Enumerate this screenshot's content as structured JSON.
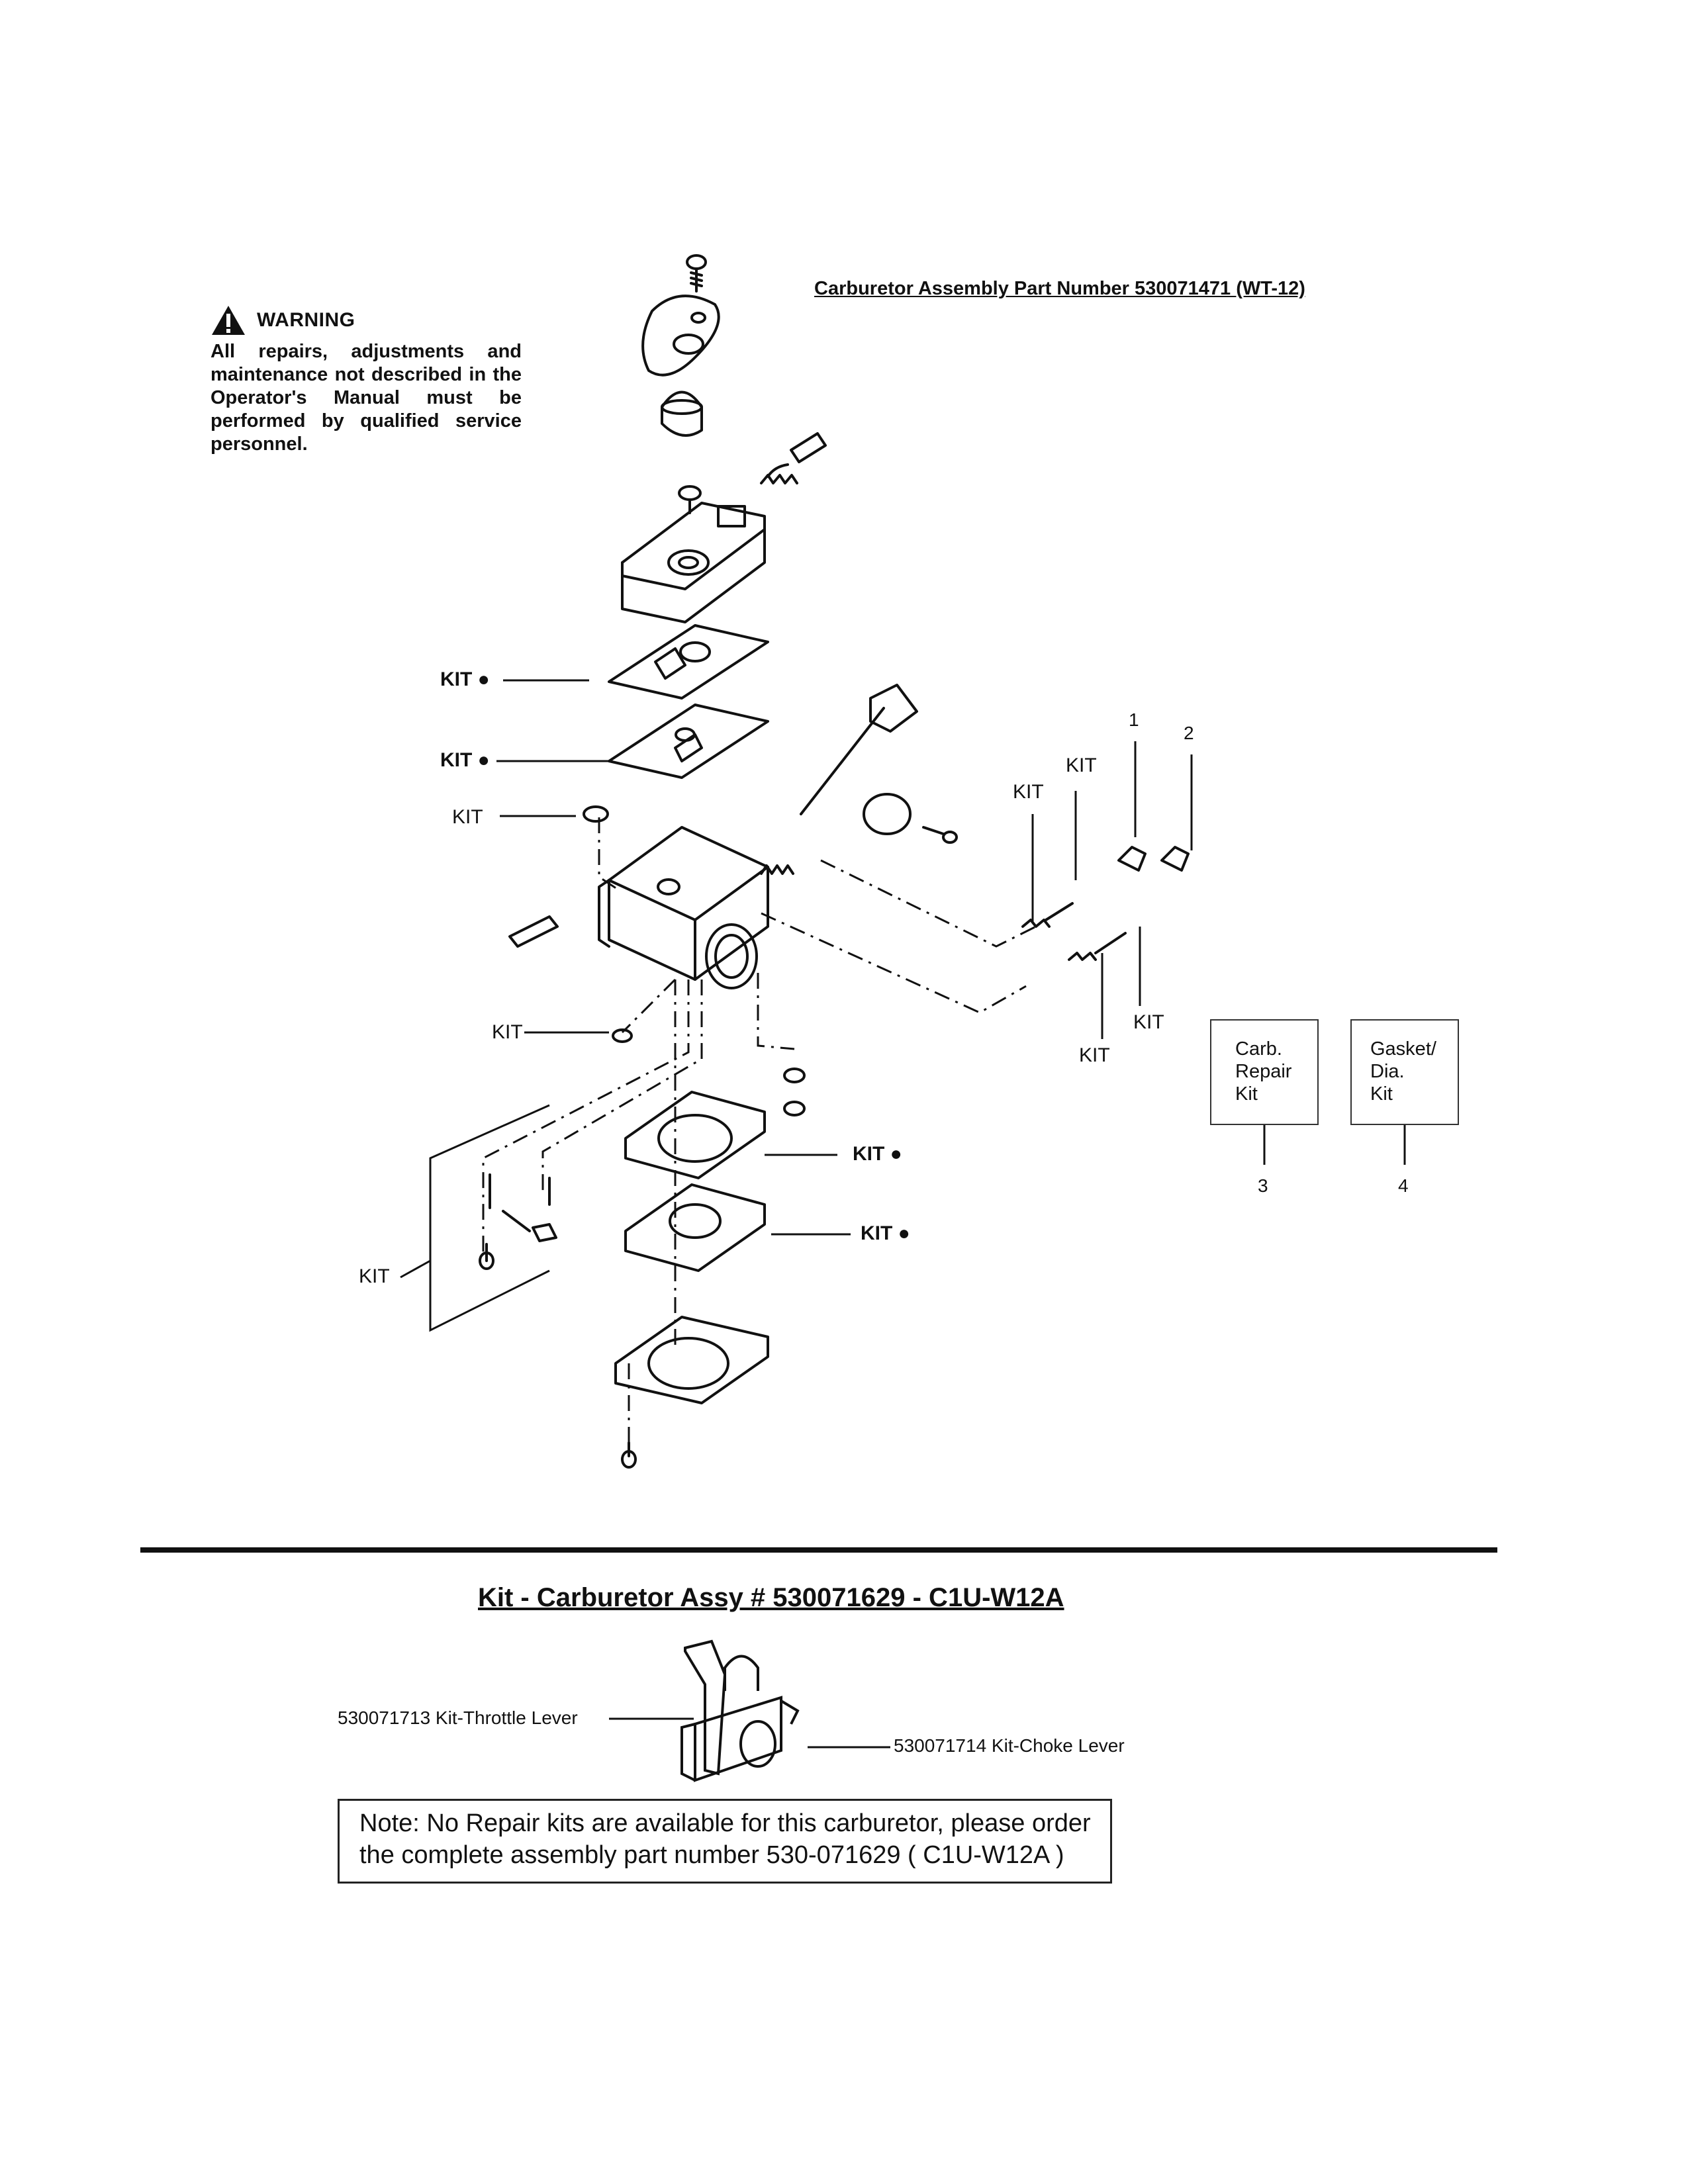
{
  "warning": {
    "title": "WARNING",
    "text": "All repairs, adjustments and maintenance not described in the Operator's Manual must be performed by qualified service personnel."
  },
  "assembly_title": "Carburetor Assembly Part Number 530071471 (WT-12)",
  "callouts": {
    "kit_dot": "KIT ●",
    "kit": "KIT",
    "ref_1": "1",
    "ref_2": "2",
    "ref_3": "3",
    "ref_4": "4"
  },
  "kit_boxes": [
    {
      "lines": [
        "Carb.",
        "Repair",
        "Kit"
      ]
    },
    {
      "lines": [
        "Gasket/",
        "Dia.",
        "Kit"
      ]
    }
  ],
  "kit_section": {
    "title": "Kit - Carburetor Assy # 530071629 - C1U-W12A",
    "throttle_label": "530071713 Kit-Throttle Lever",
    "choke_label": "530071714 Kit-Choke Lever"
  },
  "note": {
    "line1": "Note: No Repair kits are available for this carburetor, please order",
    "line2": "the complete assembly part number 530-071629  ( C1U-W12A )"
  }
}
